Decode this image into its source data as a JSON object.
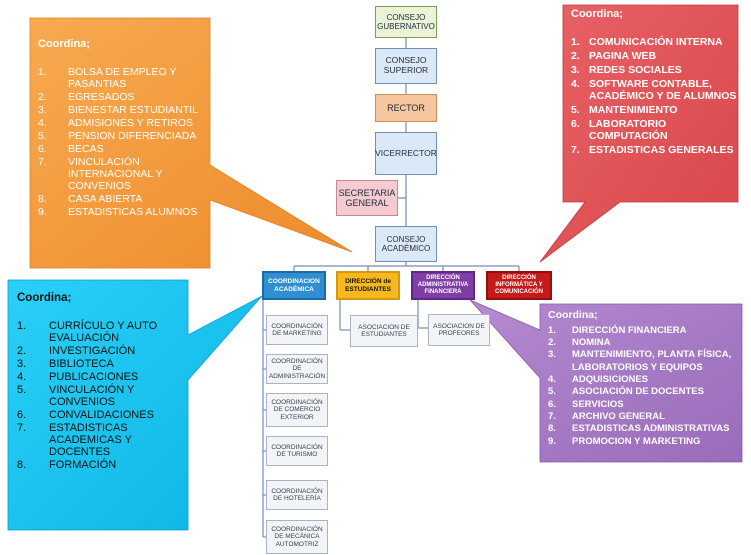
{
  "colors": {
    "orange": "#f39a3c",
    "cyan": "#14c3ef",
    "red": "#e05357",
    "purple": "#a778c3",
    "node_green": "#eaf3d7",
    "node_blue": "#dbe9f7",
    "node_orange": "#f7c69e",
    "node_pink": "#f3cbd0",
    "dept_blue": "#2f8fd0",
    "dept_yellow": "#f6b81d",
    "dept_purple": "#7e3ea6",
    "dept_red": "#c41a1a"
  },
  "top_chain": {
    "consejo_gubernativo": "CONSEJO GUBERNATIVO",
    "consejo_superior": "CONSEJO SUPERIOR",
    "rector": "RECTOR",
    "vicerrector": "VICERRECTOR",
    "secretaria": "SECRETARIA GENERAL",
    "consejo_academico": "CONSEJO ACADÉMICO"
  },
  "departments": {
    "academica": "COORDINACION ACADÉMICA",
    "estudiantes": "DIRECCIÓN de ESTUDIANTES",
    "financiera": "DIRECCIÓN ADMINISTRATIVA FINANCIERA",
    "informatica": "DIRECCIÓN INFORMÁTICA Y COMUNICACIÓN"
  },
  "sub_nodes": {
    "marketing": "COORDINACIÓN DE MARKETING",
    "administracion": "COORDINACIÓN DE ADMINISTRACIÓN",
    "comercio": "COORDINACIÓN DE COMERCIO EXTERIOR",
    "turismo": "COORDINACIÓN DE TURISMO",
    "hoteleria": "COORDINACIÓN DE HOTELERÍA",
    "mecanica": "COORDINACIÓN DE MECÁNICA AUTOMOTRIZ",
    "asoc_estudiantes": "ASOCIACION DE ESTUDIANTES",
    "asoc_profesores": "ASOCIACION DE PROFEORES"
  },
  "callouts": {
    "orange": {
      "heading": "Coordina;",
      "items": [
        {
          "n": "1.",
          "t": "BOLSA DE EMPLEO Y PASANTIAS"
        },
        {
          "n": "2.",
          "t": "EGRESADOS"
        },
        {
          "n": "3.",
          "t": "BIENESTAR ESTUDIANTIL"
        },
        {
          "n": "4.",
          "t": "ADMISIONES Y RETIROS"
        },
        {
          "n": "5.",
          "t": "PENSION DIFERENCIADA"
        },
        {
          "n": "6.",
          "t": "BECAS"
        },
        {
          "n": "7.",
          "t": "VINCULACIÓN INTERNACIONAL Y CONVENIOS"
        },
        {
          "n": "8.",
          "t": "CASA ABIERTA"
        },
        {
          "n": "9.",
          "t": "ESTADISTICAS ALUMNOS"
        }
      ]
    },
    "cyan": {
      "heading": "Coordina;",
      "items": [
        {
          "n": "1.",
          "t": "CURRÍCULO Y AUTO EVALUACIÓN"
        },
        {
          "n": "2.",
          "t": "INVESTIGACIÓN"
        },
        {
          "n": "3.",
          "t": "BIBLIOTECA"
        },
        {
          "n": "4.",
          "t": "PUBLICACIONES"
        },
        {
          "n": "5.",
          "t": "VINCULACIÓN Y CONVENIOS"
        },
        {
          "n": "6.",
          "t": "CONVALIDACIONES"
        },
        {
          "n": "7.",
          "t": "ESTADISTICAS ACADEMICAS Y DOCENTES"
        },
        {
          "n": "8.",
          "t": "FORMACIÓN"
        }
      ]
    },
    "red": {
      "heading": "Coordina;",
      "items": [
        {
          "n": "1.",
          "t": "COMUNICACIÓN INTERNA"
        },
        {
          "n": "2.",
          "t": "PAGINA WEB"
        },
        {
          "n": "3.",
          "t": "REDES SOCIALES"
        },
        {
          "n": "4.",
          "t": "SOFTWARE CONTABLE, ACADÉMICO Y DE ALUMNOS"
        },
        {
          "n": "5.",
          "t": "MANTENIMIENTO"
        },
        {
          "n": "6.",
          "t": "LABORATORIO COMPUTACIÓN"
        },
        {
          "n": "7.",
          "t": "ESTADISTICAS GENERALES"
        }
      ]
    },
    "purple": {
      "heading": "Coordina;",
      "items": [
        {
          "n": "1.",
          "t": "DIRECCIÓN FINANCIERA"
        },
        {
          "n": "2.",
          "t": "NOMINA"
        },
        {
          "n": "3.",
          "t": "MANTENIMIENTO, PLANTA FÍSICA, LABORATORIOS Y EQUIPOS"
        },
        {
          "n": "4.",
          "t": "ADQUISICIONES"
        },
        {
          "n": "5.",
          "t": "ASOCIACIÓN DE DOCENTES"
        },
        {
          "n": "6.",
          "t": "SERVICIOS"
        },
        {
          "n": "7.",
          "t": "ARCHIVO GENERAL"
        },
        {
          "n": "8.",
          "t": "ESTADISTICAS ADMINISTRATIVAS"
        },
        {
          "n": "9.",
          "t": "PROMOCION Y MARKETING"
        }
      ]
    }
  }
}
